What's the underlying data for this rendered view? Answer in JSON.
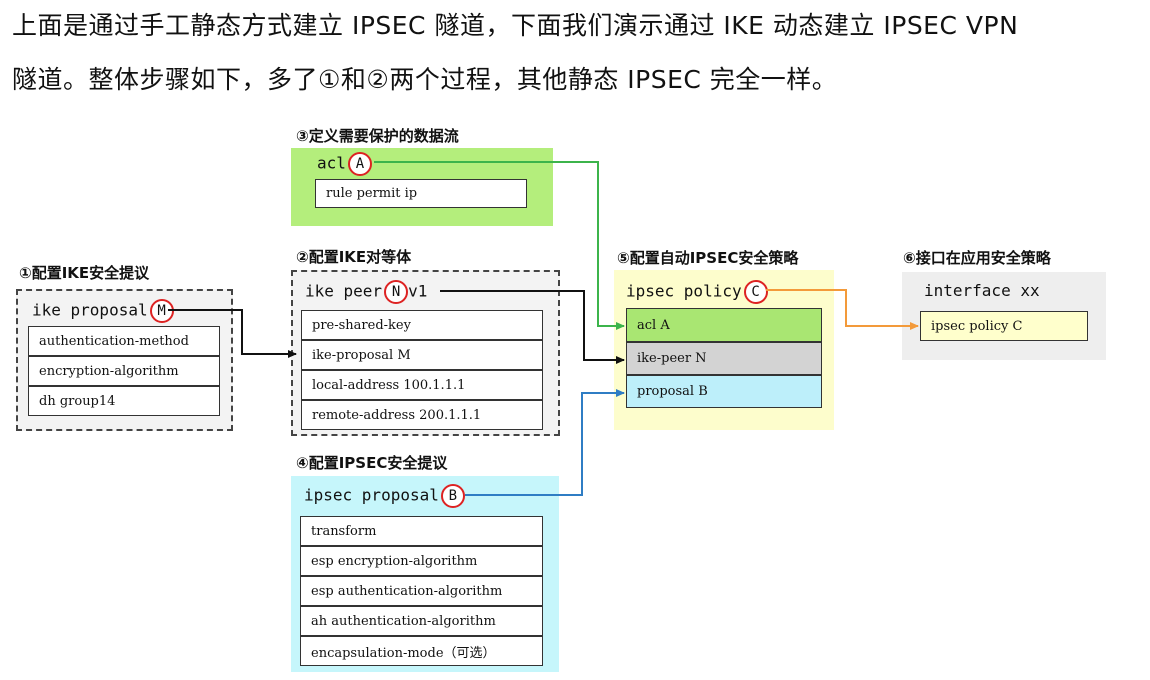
{
  "intro": {
    "line1": "上面是通过手工静态方式建立 IPSEC 隧道，下面我们演示通过 IKE 动态建立 IPSEC VPN",
    "line2": "隧道。整体步骤如下，多了①和②两个过程，其他静态 IPSEC 完全一样。"
  },
  "step1": {
    "title": "①配置IKE安全提议",
    "header": "ike proposal",
    "marker": "M",
    "rows": [
      "authentication-method",
      "encryption-algorithm",
      "dh group14"
    ]
  },
  "step2": {
    "title": "②配置IKE对等体",
    "header": "ike peer",
    "marker": "N",
    "suffix": "v1",
    "rows": [
      "pre-shared-key",
      "ike-proposal M",
      "local-address 100.1.1.1",
      "remote-address 200.1.1.1"
    ]
  },
  "step3": {
    "title": "③定义需要保护的数据流",
    "header": "acl",
    "marker": "A",
    "rows": [
      "rule permit ip"
    ]
  },
  "step4": {
    "title": "④配置IPSEC安全提议",
    "header": "ipsec proposal",
    "marker": "B",
    "rows": [
      "transform",
      "esp encryption-algorithm",
      "esp authentication-algorithm",
      "ah authentication-algorithm",
      "encapsulation-mode（可选）"
    ]
  },
  "step5": {
    "title": "⑤配置自动IPSEC安全策略",
    "header": "ipsec policy",
    "marker": "C",
    "rows": [
      "acl A",
      "ike-peer N",
      "proposal B"
    ]
  },
  "step6": {
    "title": "⑥接口在应用安全策略",
    "header": "interface xx",
    "rows": [
      "ipsec policy C"
    ]
  },
  "colors": {
    "green_bg": "#b4ee7c",
    "cyan_bg": "#c6f6fb",
    "yellow_bg": "#fdfdcc",
    "row_green": "#a9e672",
    "row_gray": "#d3d3d3",
    "row_cyan": "#bdeffa",
    "row_yellow": "#ffffcc",
    "arrow_green": "#3cb44b",
    "arrow_blue": "#2f7dc4",
    "arrow_orange": "#f39a3a",
    "marker_red": "#dd2222"
  }
}
